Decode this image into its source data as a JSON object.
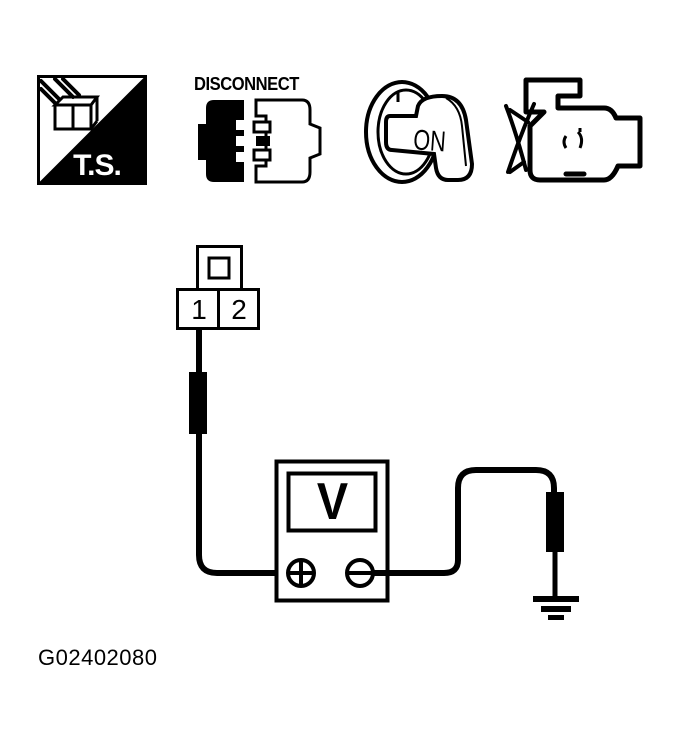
{
  "icons": {
    "troubleshoot": {
      "name": "troubleshoot-icon",
      "label": "T.S."
    },
    "disconnect": {
      "name": "disconnect-connector-icon",
      "label": "DISCONNECT"
    },
    "ignition": {
      "name": "ignition-key-on-icon",
      "label": "ON"
    },
    "engine": {
      "name": "engine-off-icon",
      "label": ""
    }
  },
  "connector": {
    "terminals": [
      "1",
      "2"
    ],
    "probed_terminal": "1"
  },
  "meter": {
    "type": "voltmeter",
    "display": "V",
    "positive_symbol": "+",
    "negative_symbol": "−"
  },
  "ground": {
    "symbol": "ground"
  },
  "colors": {
    "ink": "#000000",
    "background": "#ffffff"
  },
  "figure_id": "G02402080"
}
